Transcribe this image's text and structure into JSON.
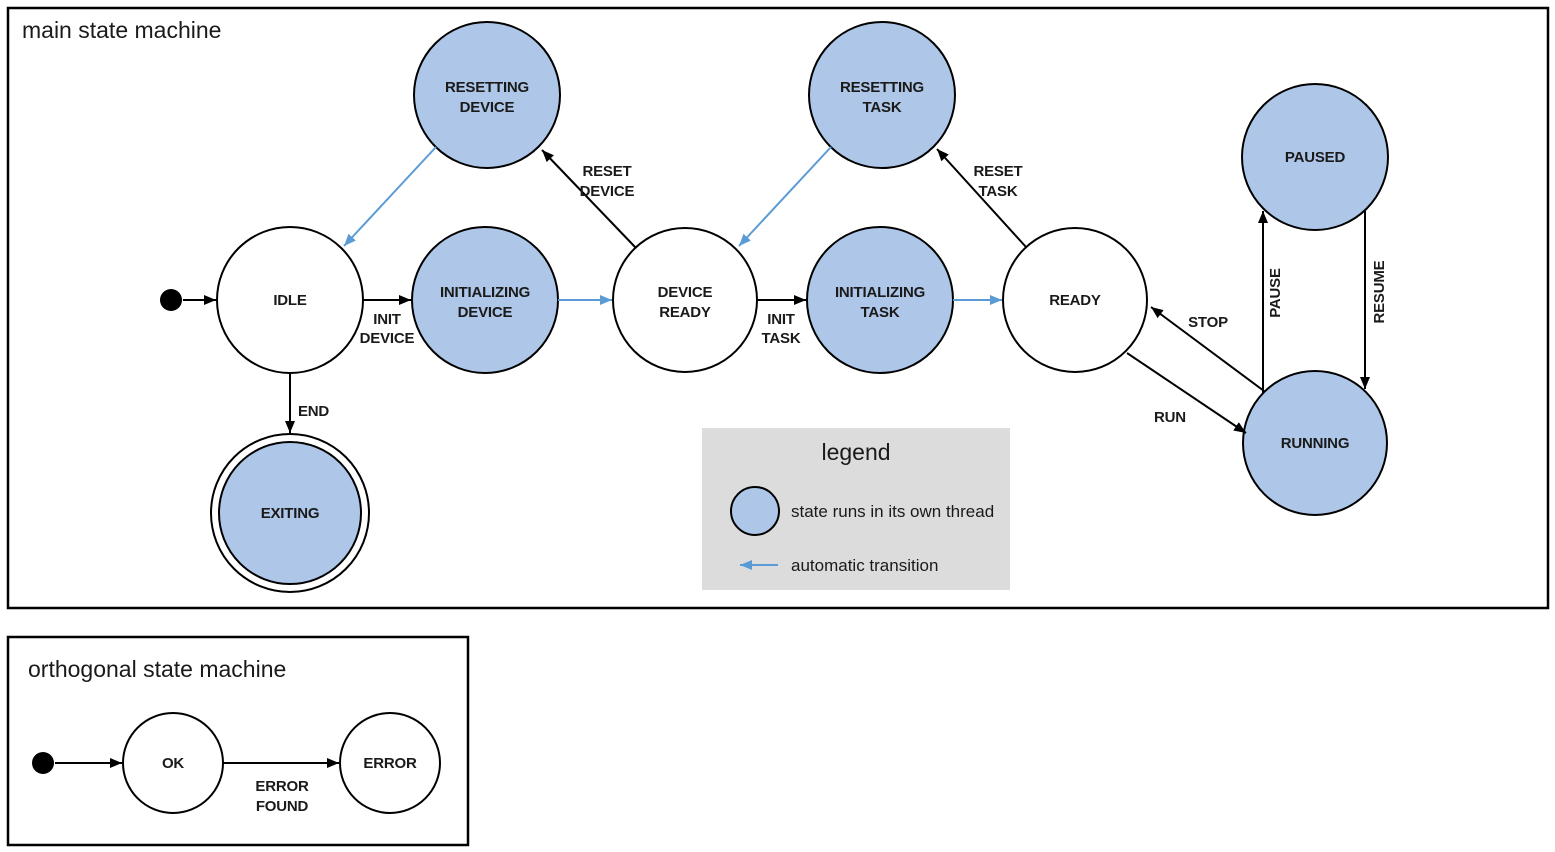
{
  "colors": {
    "threaded_state_fill": "#aec7e8",
    "plain_state_fill": "#ffffff",
    "stroke": "#000000",
    "automatic_transition": "#5b9bd5",
    "legend_background": "#dcdcdc",
    "text": "#1a1a1a"
  },
  "main": {
    "title": "main state machine",
    "states": {
      "idle": {
        "label": "IDLE"
      },
      "resetting_device": {
        "line1": "RESETTING",
        "line2": "DEVICE"
      },
      "initializing_device": {
        "line1": "INITIALIZING",
        "line2": "DEVICE"
      },
      "device_ready": {
        "line1": "DEVICE",
        "line2": "READY"
      },
      "resetting_task": {
        "line1": "RESETTING",
        "line2": "TASK"
      },
      "initializing_task": {
        "line1": "INITIALIZING",
        "line2": "TASK"
      },
      "ready": {
        "label": "READY"
      },
      "paused": {
        "label": "PAUSED"
      },
      "running": {
        "label": "RUNNING"
      },
      "exiting": {
        "label": "EXITING"
      }
    },
    "transitions": {
      "init_device": {
        "line1": "INIT",
        "line2": "DEVICE"
      },
      "reset_device": {
        "line1": "RESET",
        "line2": "DEVICE"
      },
      "init_task": {
        "line1": "INIT",
        "line2": "TASK"
      },
      "reset_task": {
        "line1": "RESET",
        "line2": "TASK"
      },
      "end": {
        "label": "END"
      },
      "run": {
        "label": "RUN"
      },
      "stop": {
        "label": "STOP"
      },
      "pause": {
        "label": "PAUSE"
      },
      "resume": {
        "label": "RESUME"
      }
    },
    "legend": {
      "title": "legend",
      "threaded_state": "state runs in its own thread",
      "automatic_transition": "automatic transition"
    }
  },
  "orthogonal": {
    "title": "orthogonal state machine",
    "states": {
      "ok": {
        "label": "OK"
      },
      "error": {
        "label": "ERROR"
      }
    },
    "transitions": {
      "error_found": {
        "line1": "ERROR",
        "line2": "FOUND"
      }
    }
  }
}
